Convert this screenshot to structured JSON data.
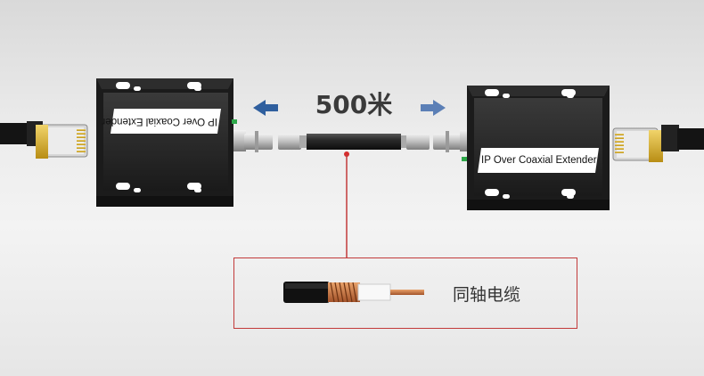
{
  "distance_label": "500米",
  "left_device": {
    "label": "IP Over Coaxial Extender"
  },
  "right_device": {
    "label": "IP Over Coaxial Extender"
  },
  "callout": {
    "label": "同轴电缆"
  },
  "colors": {
    "callout_border": "#c23a3a",
    "arrow_blue": "#2f5f9e",
    "device_body": "#1e1e1e",
    "rj45_gold": "#d8b02a"
  }
}
